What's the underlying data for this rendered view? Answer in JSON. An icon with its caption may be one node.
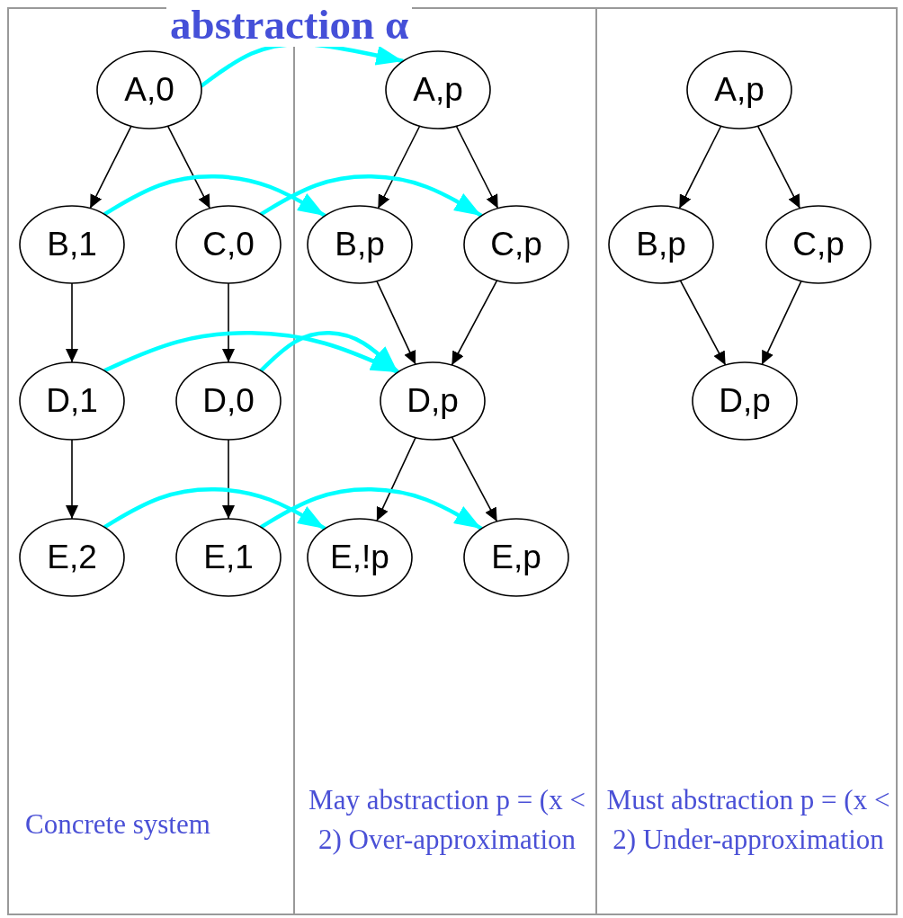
{
  "diagram": {
    "title": "abstraction α",
    "nodes": [
      {
        "text": [
          "Concrete system"
        ]
      },
      {
        "text": [
          "May abstraction p = (x < 2) Over-approximation"
        ]
      },
      {
        "text": [
          "Must abstraction p = (x < 2) Under-approximation"
        ]
      },
      {
        "text": [
          "A,0"
        ],
        "in": 0
      },
      {
        "text": [
          "B,1"
        ],
        "in": 0
      },
      {
        "text": [
          "C,0"
        ],
        "in": 0
      },
      {
        "text": [
          "D,1"
        ],
        "in": 0
      },
      {
        "text": [
          "D,0"
        ],
        "in": 0
      },
      {
        "text": [
          "E,2"
        ],
        "in": 0
      },
      {
        "text": [
          "E,1"
        ],
        "in": 0
      },
      {
        "text": [
          "A,p"
        ],
        "in": 1
      },
      {
        "text": [
          "B,p"
        ],
        "in": 1
      },
      {
        "text": [
          "C,p"
        ],
        "in": 1
      },
      {
        "text": [
          "D,p"
        ],
        "in": 1
      },
      {
        "text": [
          "E,!p"
        ],
        "in": 1
      },
      {
        "text": [
          "E,p"
        ],
        "in": 1
      },
      {
        "text": [
          "A,p"
        ],
        "in": 2
      },
      {
        "text": [
          "B,p"
        ],
        "in": 2
      },
      {
        "text": [
          "C,p"
        ],
        "in": 2
      },
      {
        "text": [
          "D,p"
        ],
        "in": 2
      }
    ],
    "edges": [
      {
        "from": 3,
        "to": 4,
        "arrow": "to"
      },
      {
        "from": 3,
        "to": 5,
        "arrow": "to"
      },
      {
        "from": 4,
        "to": 6,
        "arrow": "to"
      },
      {
        "from": 5,
        "to": 7,
        "arrow": "to"
      },
      {
        "from": 6,
        "to": 8,
        "arrow": "to"
      },
      {
        "from": 7,
        "to": 9,
        "arrow": "to"
      },
      {
        "from": 10,
        "to": 11,
        "arrow": "to"
      },
      {
        "from": 10,
        "to": 12,
        "arrow": "to"
      },
      {
        "from": 11,
        "to": 13,
        "arrow": "to"
      },
      {
        "from": 12,
        "to": 13,
        "arrow": "to"
      },
      {
        "from": 13,
        "to": 14,
        "arrow": "to"
      },
      {
        "from": 13,
        "to": 15,
        "arrow": "to"
      },
      {
        "from": 16,
        "to": 17,
        "arrow": "to"
      },
      {
        "from": 16,
        "to": 18,
        "arrow": "to"
      },
      {
        "from": 17,
        "to": 19,
        "arrow": "to"
      },
      {
        "from": 18,
        "to": 19,
        "arrow": "to"
      },
      {
        "from": 3,
        "to": 10,
        "arrow": "to",
        "style": "thick",
        "color": "#00ffff"
      },
      {
        "from": 4,
        "to": 11,
        "arrow": "to",
        "style": "thick",
        "color": "#00ffff"
      },
      {
        "from": 5,
        "to": 12,
        "arrow": "to",
        "style": "thick",
        "color": "#00ffff"
      },
      {
        "from": 6,
        "to": 13,
        "arrow": "to",
        "style": "thick",
        "color": "#00ffff"
      },
      {
        "from": 7,
        "to": 13,
        "arrow": "to",
        "style": "thick",
        "color": "#00ffff"
      },
      {
        "from": 8,
        "to": 14,
        "arrow": "to",
        "style": "thick",
        "color": "#00ffff"
      },
      {
        "from": 9,
        "to": 15,
        "arrow": "to",
        "style": "thick",
        "color": "#00ffff"
      }
    ]
  }
}
